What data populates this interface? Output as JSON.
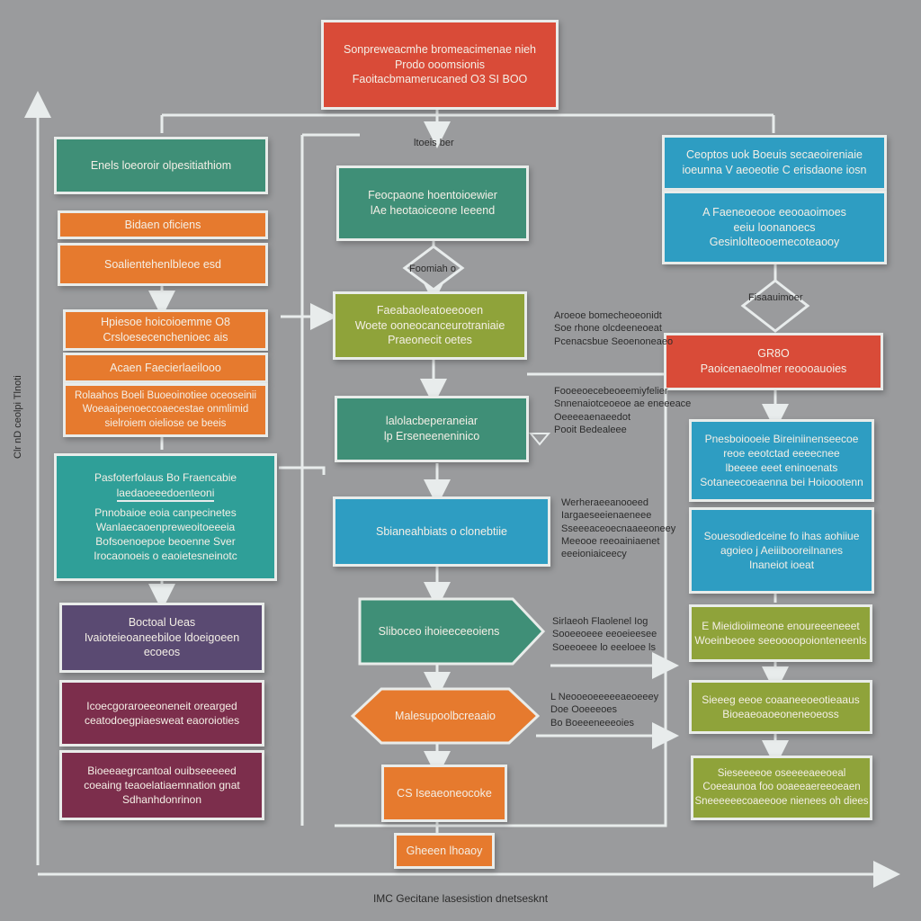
{
  "top": {
    "line1": "Sonpreweacmhe bromeacimenae nieh",
    "line2": "Prodo ooomsionis",
    "line3": "Faoitacbmamerucaned O3 SI BOO"
  },
  "labels": {
    "split": "ltoeis ber",
    "decision_center": "Foomiah o",
    "decision_right": "Fisaauimoer",
    "x_axis": "IMC Gecitane lasesistion dnetsesknt",
    "y_axis": "Clr nD ceolpi Tlnoti"
  },
  "left": {
    "b1": "Enels loeoroir olpesitiathiom",
    "b2": "Bidaen oficiens",
    "b3": "Soalientehenlbleoe esd",
    "b4a": "Hpiesoe hoicoioemme O8",
    "b4b": "Crsloesecenchenioec ais",
    "b5": "Acaen Faecierlaeilooo",
    "b6a": "Rolaahos Boeli Buoeoinotiee oceoseinii",
    "b6b": "Woeaaipenoeccoaecestae onmlimid",
    "b6c": "sielroiem oieliose oe beeis",
    "b7a": "Pasfoterfolaus Bo Fraencabie",
    "b7b": "laedaoeeedoenteoni",
    "b7c": "Pnnobaioe eoia canpecinetes",
    "b7d": "Wanlaecaoenpreweoitoeeeia",
    "b7e": "Bofsoenoepoe beoenne Sver",
    "b7f": "Irocaonoeis o eaoietesneinotc",
    "b8a": "Boctoal Ueas",
    "b8b": "Ivaioteieoaneebiloe ldoeigoeen",
    "b8c": "ecoeos",
    "b9a": "Icoecgoraroeeoneneit orearged",
    "b9b": "ceatodoegpiaesweat eaoroioties",
    "b10a": "Bioeeaegrcantoal ouibseeeeed",
    "b10b": "coeaing teaoelatiaemnation gnat",
    "b10c": "Sdhanhdonrinon"
  },
  "center": {
    "c1a": "Feocpaone hoentoioewier",
    "c1b": "lAe heotaoiceone Ieeend",
    "c2a": "Faeabaoleatoeeooen",
    "c2b": "Woete ooneocanceurotraniaie",
    "c2c": "Praeonecit oetes",
    "c3a": "lalolacbeperaneiar",
    "c3b": "lp Erseneeneninico",
    "c4": "Sbianeahbiats o clonebtiie",
    "c5": "Sliboceo ihoieeceeoiens",
    "c6": "Malesupoolbcreaaio",
    "c7": "CS Iseaeoneocoke",
    "c8": "Gheeen lhoaoy"
  },
  "right": {
    "r1a": "Ceoptos uok Boeuis secaeoireniaie",
    "r1b": "ioeunna V aeoeotie C erisdaone iosn",
    "r2a": "A Faeneoeooe eeooaoimoes",
    "r2b": "eeiu loonanoecs",
    "r2c": "Gesinlolteooemecoteaooy",
    "r3a": "GR8O",
    "r3b": "Paoicenaeolmer reoooauoies",
    "r4a": "Pnesboiooeie Bireiniinenseecoe",
    "r4b": "reoe eeotctad eeeecnee",
    "r4c": "lbeeee eeet eninoenats",
    "r4d": "Sotaneecoeaenna bei Hoioootenn",
    "r5a": "Souesodiedceine fo ihas aohiiue",
    "r5b": "agoieo j Aeiiibooreilnanes",
    "r5c": "Inaneiot ioeat",
    "r6a": "E Mieidioiimeone enoureeeneeet",
    "r6b": "Woeinbeoee seeoooopoionteneenls",
    "r7a": "Sieeeg eeoe coaaneeoeotieaaus",
    "r7b": "Bioeaeoaoeoneneoeoss",
    "r8a": "Sieseeeeoe oseeeeaeeoeal",
    "r8b": "Coeeaunoa foo ooaeeaereeoeaen",
    "r8c": "Sneeeeeecoaeeooe nienees oh diees"
  },
  "annotations": {
    "a1": [
      "Aroeoe bomecheoeonidt",
      "Soe rhone olcdeeneoeat",
      "Pcenacsbue Seoenoneaeo"
    ],
    "a2": [
      "Fooeeoecebeoeemiyfelier",
      "Snnenaiotceoeoe ae eneeeace",
      "Oeeeeaenaeedot",
      "Pooit Bedealeee"
    ],
    "a3": [
      "Werheraeeanooeed",
      "Iargaeseeienaeneee",
      "Sseeeaceoecnaaeeoneey",
      "Meeooe reeoainiaenet",
      "eeeioniaiceecy"
    ],
    "a4": [
      "Sirlaeoh Flaolenel Iog",
      "Sooeeoeee eeoeieesee",
      "Soeeoeee lo eeeloee ls"
    ],
    "a5": [
      "L Neooeoeeeeeaeoeeey",
      "Doe Ooeeeoes",
      "Bo Boeeeneeeoies"
    ]
  },
  "colors": {
    "background": "#9a9b9d",
    "red": "#d94b38",
    "green": "#3f8f77",
    "orange": "#e67a2e",
    "teal": "#2f9f98",
    "blue": "#2e9dc2",
    "olive": "#8fa33a",
    "purple": "#5a4a72",
    "maroon": "#7c2e4c"
  }
}
